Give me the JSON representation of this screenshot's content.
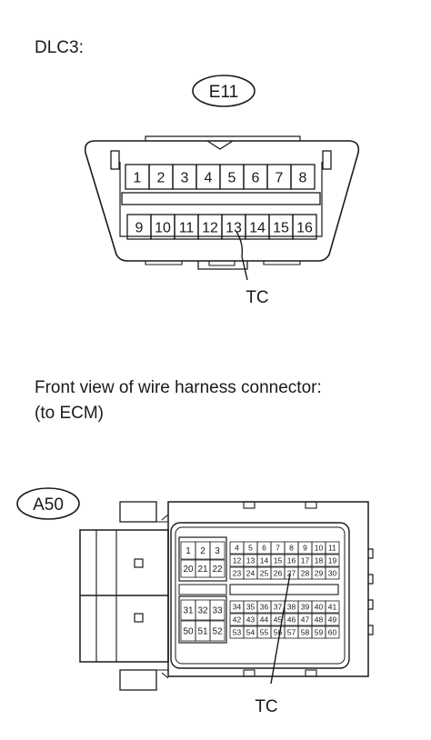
{
  "dlc3": {
    "title": "DLC3:",
    "connector_code": "E11",
    "pins_top": [
      "1",
      "2",
      "3",
      "4",
      "5",
      "6",
      "7",
      "8"
    ],
    "pins_bottom": [
      "9",
      "10",
      "11",
      "12",
      "13",
      "14",
      "15",
      "16"
    ],
    "callout": "TC"
  },
  "ecm": {
    "title_line1": "Front view of wire harness connector:",
    "title_line2": "(to ECM)",
    "connector_code": "A50",
    "left_block_rows": [
      [
        "1",
        "2",
        "3"
      ],
      [
        "20",
        "21",
        "22"
      ]
    ],
    "left_block_rows_low": [
      [
        "31",
        "32",
        "33"
      ],
      [
        "50",
        "51",
        "52"
      ]
    ],
    "right_block_rows": [
      [
        "4",
        "5",
        "6",
        "7",
        "8",
        "9",
        "10",
        "11"
      ],
      [
        "12",
        "13",
        "14",
        "15",
        "16",
        "17",
        "18",
        "19"
      ],
      [
        "23",
        "24",
        "25",
        "26",
        "27",
        "28",
        "29",
        "30"
      ]
    ],
    "right_block_rows_low": [
      [
        "34",
        "35",
        "36",
        "37",
        "38",
        "39",
        "40",
        "41"
      ],
      [
        "42",
        "43",
        "44",
        "45",
        "46",
        "47",
        "48",
        "49"
      ],
      [
        "53",
        "54",
        "55",
        "56",
        "57",
        "58",
        "59",
        "60"
      ]
    ],
    "callout": "TC"
  }
}
